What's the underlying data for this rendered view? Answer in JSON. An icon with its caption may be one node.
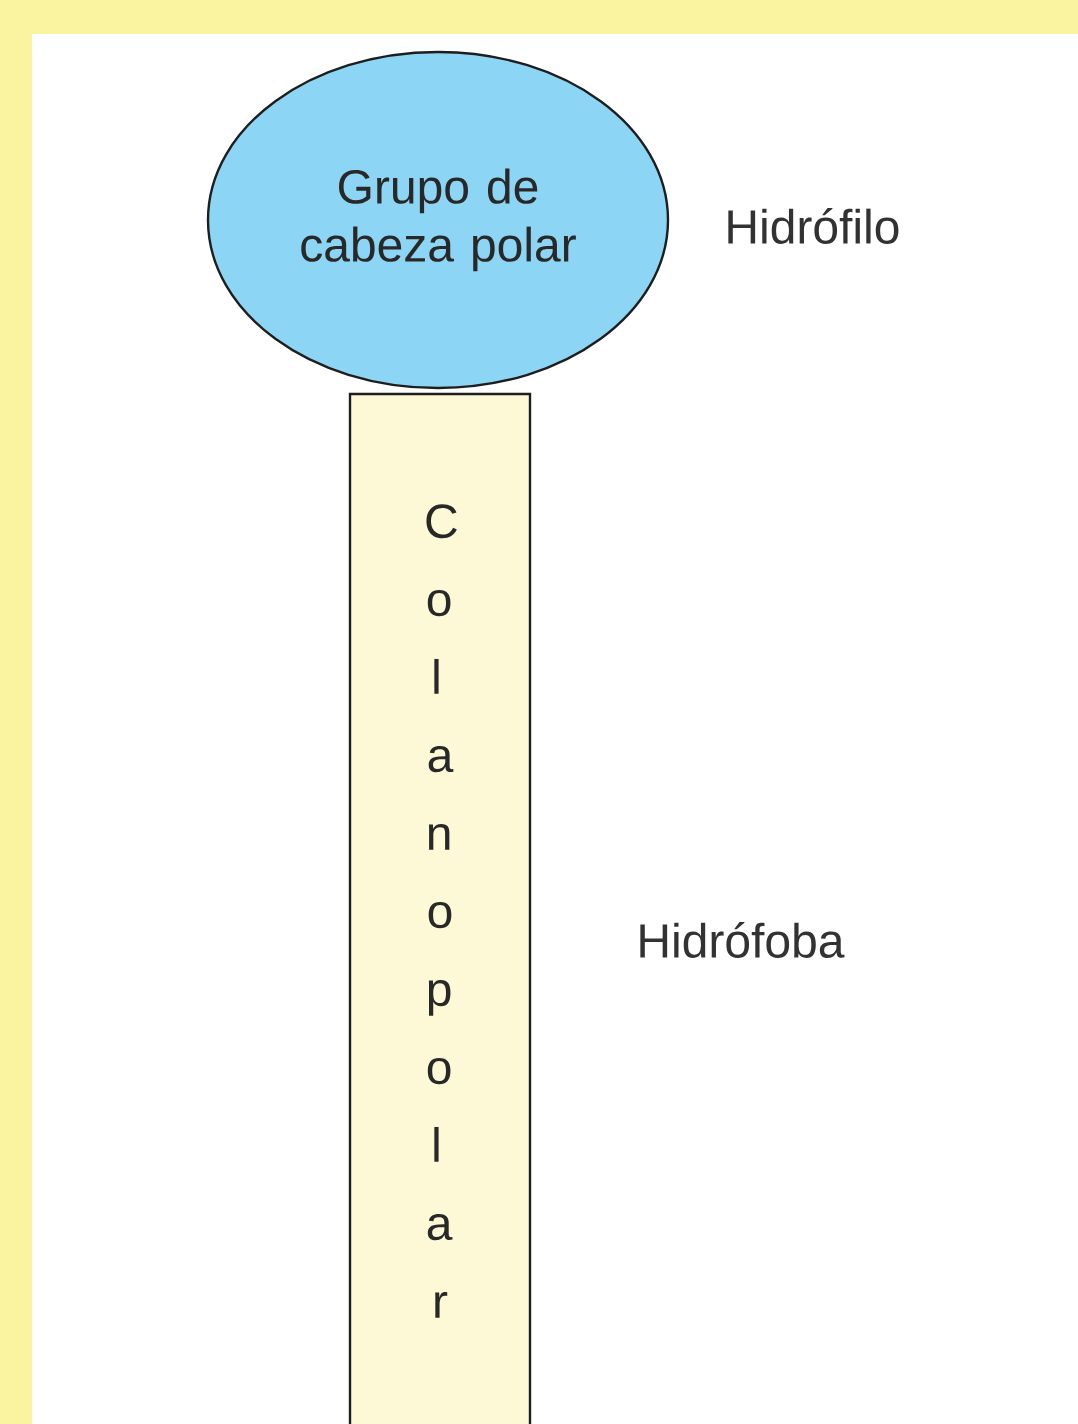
{
  "diagram": {
    "nodes": [
      {
        "text": [
          "Grupo de cabeza polar"
        ],
        "beside": [
          "Hidrófilo"
        ]
      },
      {
        "text": [
          "Cola no polar"
        ],
        "beside": [
          "Hidrófoba"
        ]
      }
    ],
    "edges": []
  }
}
